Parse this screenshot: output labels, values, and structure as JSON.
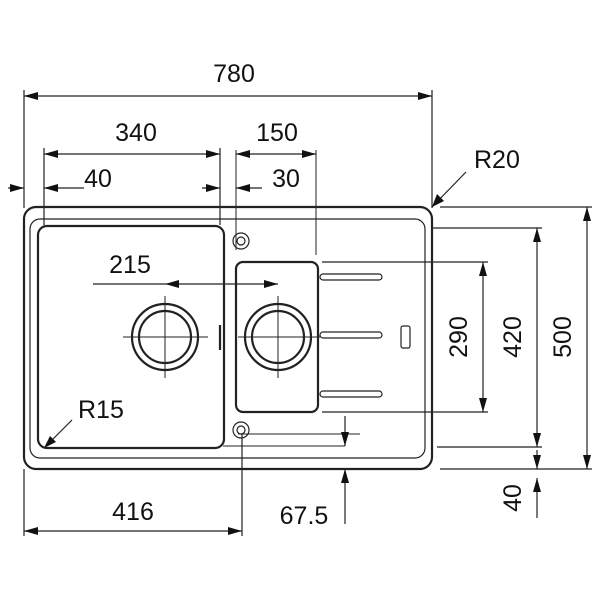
{
  "dimensions": {
    "overall_width": "780",
    "main_bowl_width": "340",
    "drainer_width": "150",
    "left_edge_offset": "40",
    "bowl_gap": "30",
    "corner_radius_outer": "R20",
    "waste_spacing": "215",
    "bowl_corner_radius": "R15",
    "drainer_length": "290",
    "depth_inner": "420",
    "depth_overall": "500",
    "front_edge": "40",
    "main_bowl_waste_position": "416",
    "tap_hole_offset": "67.5"
  },
  "colors": {
    "line": "#222222",
    "background": "#ffffff"
  }
}
